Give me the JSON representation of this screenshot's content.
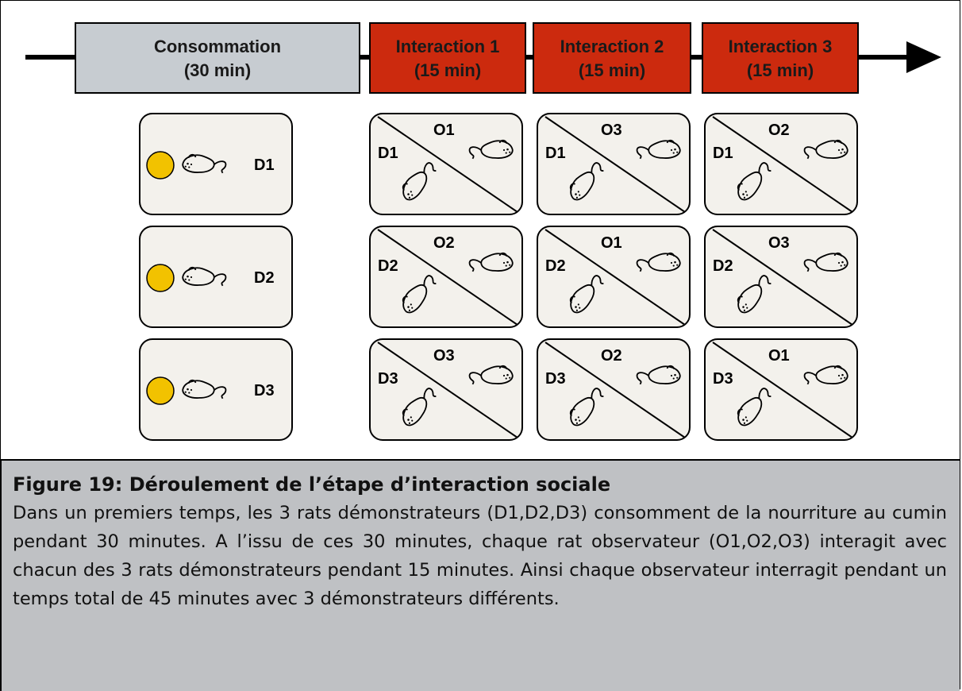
{
  "timeline": {
    "phases": [
      {
        "line1": "Consommation",
        "line2": "(30 min)",
        "color": "#c7ccd1"
      },
      {
        "line1": "Interaction 1",
        "line2": "(15 min)",
        "color": "#cc2a0e"
      },
      {
        "line1": "Interaction 2",
        "line2": "(15 min)",
        "color": "#cc2a0e"
      },
      {
        "line1": "Interaction 3",
        "line2": "(15 min)",
        "color": "#cc2a0e"
      }
    ]
  },
  "consumption": [
    {
      "demonstrator": "D1"
    },
    {
      "demonstrator": "D2"
    },
    {
      "demonstrator": "D3"
    }
  ],
  "interactions": [
    [
      {
        "demonstrator": "D1",
        "observer": "O1"
      },
      {
        "demonstrator": "D1",
        "observer": "O3"
      },
      {
        "demonstrator": "D1",
        "observer": "O2"
      }
    ],
    [
      {
        "demonstrator": "D2",
        "observer": "O2"
      },
      {
        "demonstrator": "D2",
        "observer": "O1"
      },
      {
        "demonstrator": "D2",
        "observer": "O3"
      }
    ],
    [
      {
        "demonstrator": "D3",
        "observer": "O3"
      },
      {
        "demonstrator": "D3",
        "observer": "O2"
      },
      {
        "demonstrator": "D3",
        "observer": "O1"
      }
    ]
  ],
  "colors": {
    "box_fill": "#f3f1ec",
    "food": "#f2c200",
    "caption_bg": "#bfc1c4"
  },
  "caption": {
    "title": "Figure 19: Déroulement de l’étape d’interaction sociale",
    "body": "Dans un premiers temps, les 3 rats démonstrateurs (D1,D2,D3) consomment de la nourriture au cumin pendant 30 minutes. A l’issu de ces 30 minutes, chaque rat observateur (O1,O2,O3) interagit avec chacun des 3 rats démonstrateurs pendant 15 minutes. Ainsi chaque observateur interragit pendant un temps total de 45 minutes avec 3 démonstrateurs différents."
  }
}
